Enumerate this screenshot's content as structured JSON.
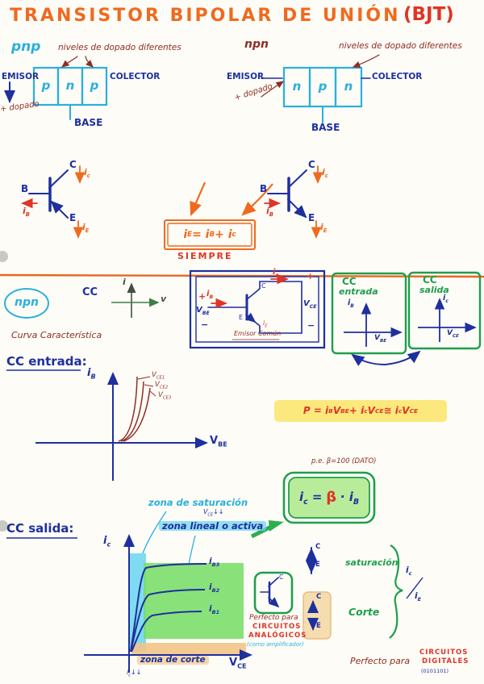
{
  "title": {
    "main": "TRANSISTOR BIPOLAR DE UNIÓN",
    "suffix": "(BJT)"
  },
  "pnp_block": {
    "type_label": "pnp",
    "note": "niveles de dopado diferentes",
    "emitter": "EMISOR",
    "collector": "COLECTOR",
    "regions": [
      "p",
      "n",
      "p"
    ],
    "doping": "+ dopado",
    "base": "BASE"
  },
  "npn_block": {
    "type_label": "npn",
    "note": "niveles de dopado diferentes",
    "emitter": "EMISOR",
    "collector": "COLECTOR",
    "regions": [
      "n",
      "p",
      "n"
    ],
    "doping": "+ dopado",
    "base": "BASE"
  },
  "symbols": {
    "pnp": {
      "c": "C",
      "b": "B",
      "e": "E",
      "ic": "i_{c}",
      "ib": "i_{B}",
      "ie": "i_{E}"
    },
    "npn": {
      "c": "C",
      "b": "B",
      "e": "E",
      "ic": "i_{c}",
      "ib": "i_{B}",
      "ie": "i_{E}"
    },
    "kirchhoff": "i_{E} = i_{B} + i_{c}",
    "always": "SIEMPRE"
  },
  "analysis": {
    "npn_badge": "npn",
    "cc_label": "CC",
    "axis_i": "i",
    "axis_v": "v",
    "circuit": {
      "ib": "i_{B}",
      "ic": "i_{c}",
      "ie": "i_{E}",
      "plus": "+",
      "minus": "−",
      "vbe": "V_{BE}",
      "vce": "V_{CE}",
      "c": "C",
      "e": "E",
      "caption": "Emisor Común"
    },
    "cc_in_box": {
      "line1": "CC",
      "line2": "entrada",
      "y_label": "i_{B}",
      "x_label": "V_{BE}"
    },
    "cc_out_box": {
      "line1": "CC",
      "line2": "salida",
      "y_label": "i_{c}",
      "x_label": "V_{CE}"
    },
    "curve_title": "Curva Característica",
    "cc_in_heading": "CC entrada:",
    "input_graph": {
      "y_label": "i_{B}",
      "x_label": "V_{BE}",
      "curve_labels": [
        "V_{CE1}",
        "V_{CE2}",
        "V_{CE3}"
      ]
    },
    "power_formula": "P = i_{B} V_{BE} + i_{c} V_{CE} ≅ i_{c} V_{CE}"
  },
  "output": {
    "beta_note": "p.e. β=100 (DATO)",
    "beta_formula": {
      "lhs": "i_{c} =",
      "beta": "β",
      "rhs": "· i_{B}"
    },
    "saturation_label": "zona de saturación",
    "saturation_sub": "V_{CE}↓↓",
    "cc_out_heading": "CC salida:",
    "linear_label": "zona lineal o activa",
    "graph": {
      "y_label": "i_{c}",
      "x_label": "V_{CE}",
      "curve_labels": [
        "i_{B3}",
        "i_{B2}",
        "i_{B1}"
      ]
    },
    "cutoff_label": "zona de corte",
    "cutoff_sub": "i_{c}↓↓",
    "analog_box": {
      "c": "C",
      "line1": "Perfecto para",
      "line2": "CIRCUITOS",
      "line3": "ANALÓGICOS",
      "line4": "(como amplificador)"
    },
    "sat_state": {
      "c": "C",
      "e": "E",
      "label": "saturación"
    },
    "cut_state": {
      "c": "C",
      "e": "E",
      "label": "Corte"
    },
    "ratio": {
      "top": "i_{c}",
      "bottom": "i_{E}"
    },
    "digital": {
      "line1": "Perfecto para",
      "line2": "CIRCUITOS",
      "line3": "DIGITALES",
      "line4": "(0101101)"
    }
  }
}
